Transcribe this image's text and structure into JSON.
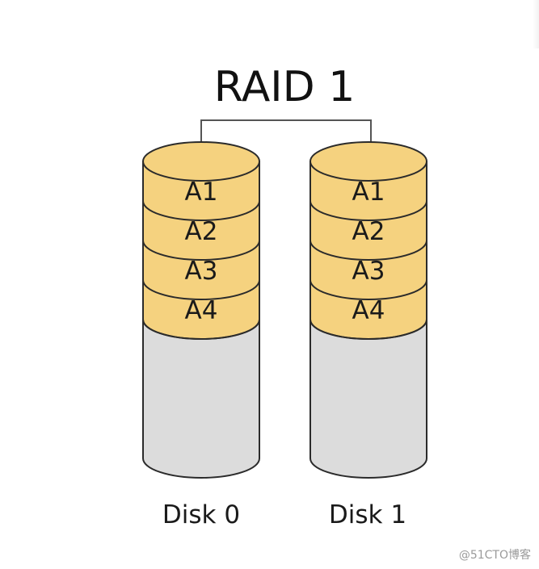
{
  "title": "RAID 1",
  "colors": {
    "data_fill": "#f5d27f",
    "empty_fill": "#dcdcdc",
    "stroke": "#2b2b2b",
    "connector": "#555555"
  },
  "disks": [
    {
      "label": "Disk 0",
      "blocks": [
        "A1",
        "A2",
        "A3",
        "A4"
      ]
    },
    {
      "label": "Disk 1",
      "blocks": [
        "A1",
        "A2",
        "A3",
        "A4"
      ]
    }
  ],
  "watermark": "@51CTO博客"
}
